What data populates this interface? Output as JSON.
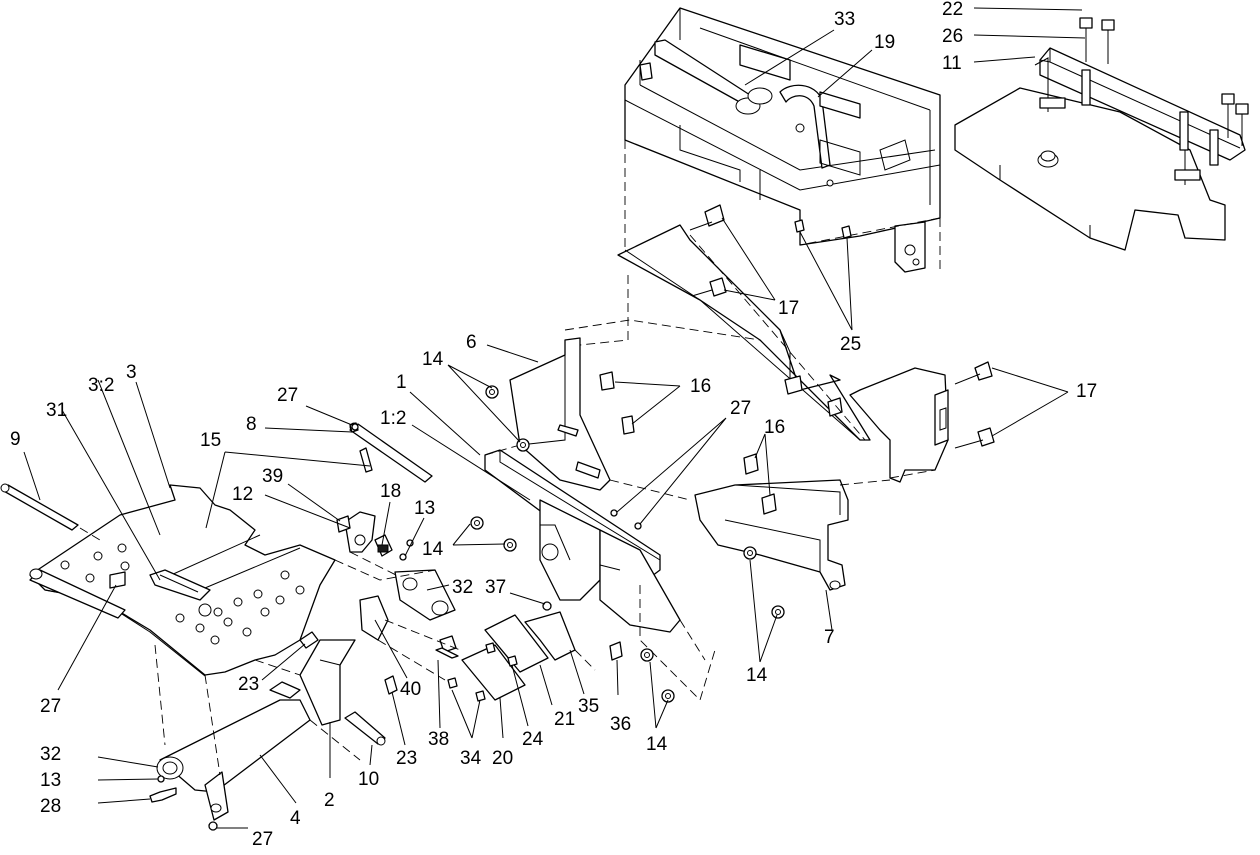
{
  "diagram": {
    "callouts": [
      {
        "id": "c22",
        "label": "22"
      },
      {
        "id": "c26",
        "label": "26"
      },
      {
        "id": "c11",
        "label": "11"
      },
      {
        "id": "c33",
        "label": "33"
      },
      {
        "id": "c19",
        "label": "19"
      },
      {
        "id": "c17a",
        "label": "17"
      },
      {
        "id": "c25",
        "label": "25"
      },
      {
        "id": "c17b",
        "label": "17"
      },
      {
        "id": "c6",
        "label": "6"
      },
      {
        "id": "c14a",
        "label": "14"
      },
      {
        "id": "c16a",
        "label": "16"
      },
      {
        "id": "c1",
        "label": "1"
      },
      {
        "id": "c1_2",
        "label": "1:2"
      },
      {
        "id": "c27a",
        "label": "27"
      },
      {
        "id": "c27b",
        "label": "27"
      },
      {
        "id": "c16b",
        "label": "16"
      },
      {
        "id": "c8",
        "label": "8"
      },
      {
        "id": "c3",
        "label": "3"
      },
      {
        "id": "c3_2",
        "label": "3:2"
      },
      {
        "id": "c31",
        "label": "31"
      },
      {
        "id": "c9",
        "label": "9"
      },
      {
        "id": "c15",
        "label": "15"
      },
      {
        "id": "c39",
        "label": "39"
      },
      {
        "id": "c12",
        "label": "12"
      },
      {
        "id": "c18",
        "label": "18"
      },
      {
        "id": "c13a",
        "label": "13"
      },
      {
        "id": "c14b",
        "label": "14"
      },
      {
        "id": "c32a",
        "label": "32"
      },
      {
        "id": "c37",
        "label": "37"
      },
      {
        "id": "c7",
        "label": "7"
      },
      {
        "id": "c14c",
        "label": "14"
      },
      {
        "id": "c27c",
        "label": "27"
      },
      {
        "id": "c23a",
        "label": "23"
      },
      {
        "id": "c40",
        "label": "40"
      },
      {
        "id": "c35",
        "label": "35"
      },
      {
        "id": "c36",
        "label": "36"
      },
      {
        "id": "c21",
        "label": "21"
      },
      {
        "id": "c24",
        "label": "24"
      },
      {
        "id": "c38",
        "label": "38"
      },
      {
        "id": "c34",
        "label": "34"
      },
      {
        "id": "c20",
        "label": "20"
      },
      {
        "id": "c14d",
        "label": "14"
      },
      {
        "id": "c23b",
        "label": "23"
      },
      {
        "id": "c10",
        "label": "10"
      },
      {
        "id": "c2",
        "label": "2"
      },
      {
        "id": "c32b",
        "label": "32"
      },
      {
        "id": "c13b",
        "label": "13"
      },
      {
        "id": "c28",
        "label": "28"
      },
      {
        "id": "c4",
        "label": "4"
      },
      {
        "id": "c27d",
        "label": "27"
      }
    ]
  }
}
